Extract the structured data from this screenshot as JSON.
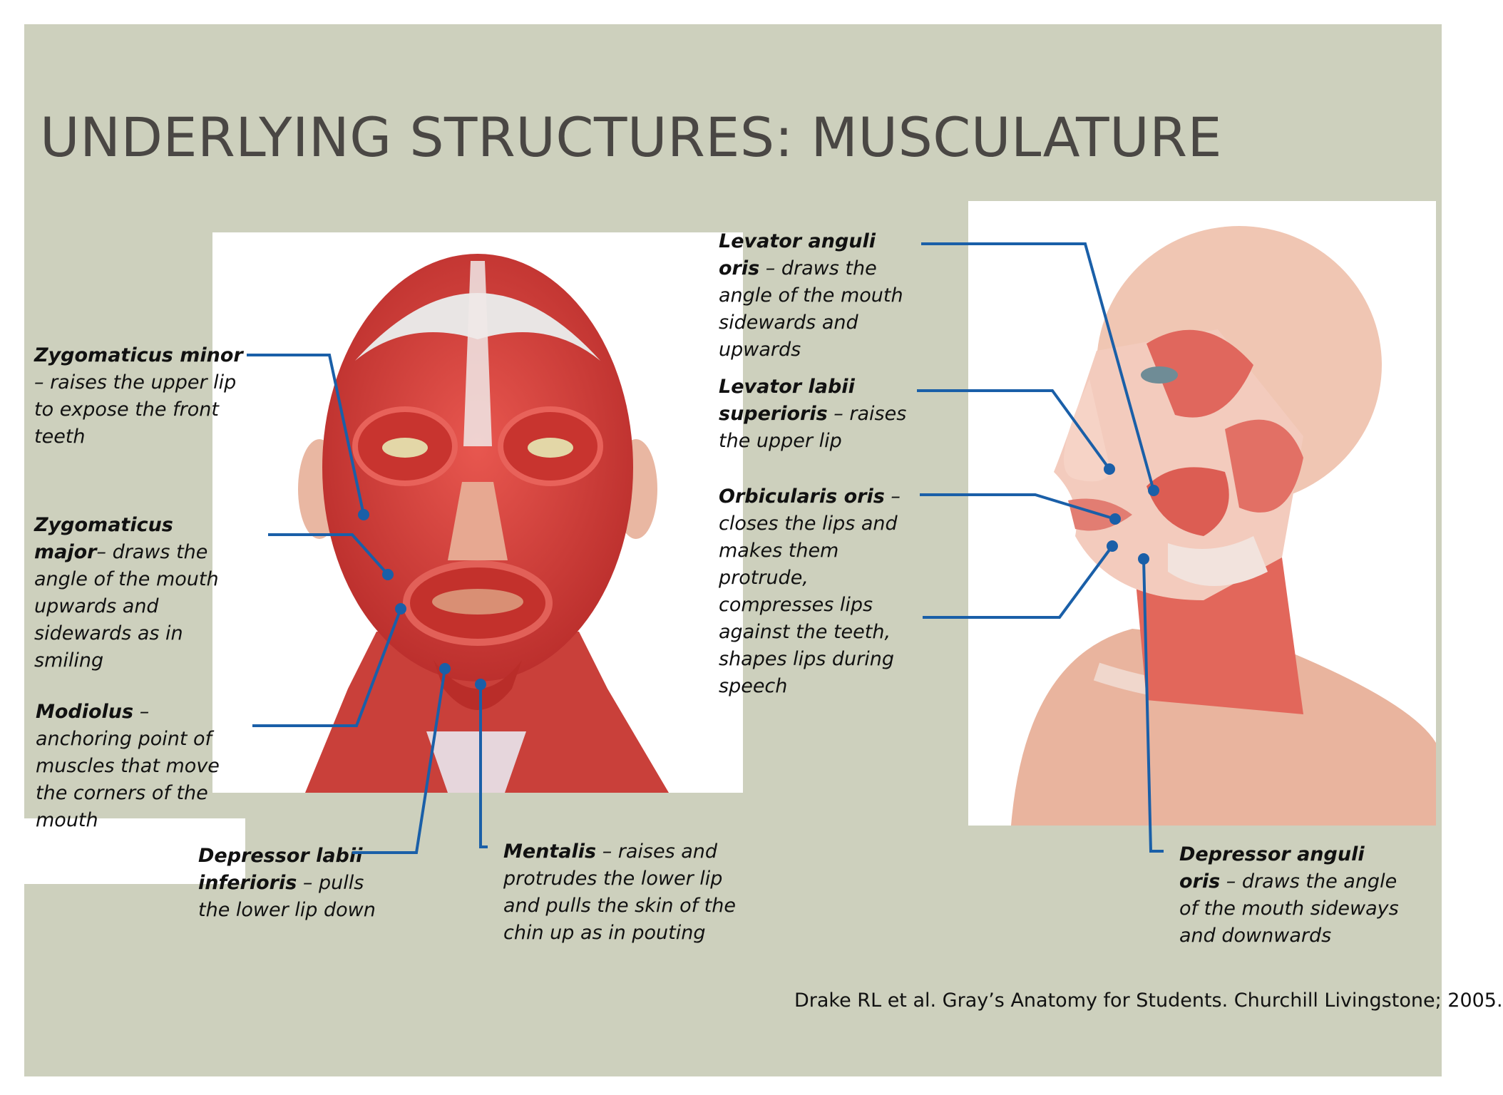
{
  "title": "UNDERLYING STRUCTURES: MUSCULATURE",
  "citation": "Drake RL et al. Gray’s Anatomy for Students. Churchill Livingstone; 2005.",
  "colors": {
    "slide_bg": "#cdd0bd",
    "leader": "#1a5fa8",
    "muscle": "#d9413c",
    "skin": "#f2c4b0"
  },
  "labels": {
    "zygomaticus_minor": {
      "name": "Zygomaticus minor",
      "desc": " – raises the upper lip to expose the front teeth"
    },
    "zygomaticus_major": {
      "name": "Zygomaticus major",
      "desc": "– draws the angle of the mouth upwards and sidewards as in smiling"
    },
    "modiolus": {
      "name": "Modiolus",
      "desc": " – anchoring point of muscles that move the corners of the mouth"
    },
    "depressor_labii_inferioris": {
      "name": "Depressor labii inferioris",
      "desc": " – pulls the lower lip down"
    },
    "mentalis": {
      "name": "Mentalis",
      "desc": " – raises and protrudes the lower lip and pulls the skin of the chin up as in pouting"
    },
    "levator_anguli_oris": {
      "name": "Levator anguli oris",
      "desc": " – draws the angle of the mouth sidewards and upwards"
    },
    "levator_labii_superioris": {
      "name": "Levator labii superioris",
      "desc": " – raises the upper lip"
    },
    "orbicularis_oris": {
      "name": "Orbicularis oris",
      "desc": " – closes the lips and makes them protrude, compresses lips against the teeth, shapes lips during speech"
    },
    "depressor_anguli_oris": {
      "name": "Depressor anguli oris",
      "desc": " – draws the angle of the mouth sideways and downwards"
    }
  }
}
